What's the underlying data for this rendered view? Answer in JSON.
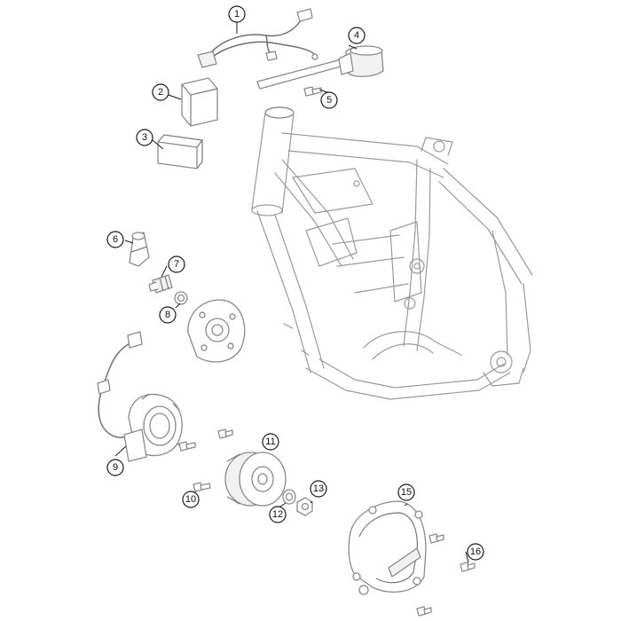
{
  "diagram": {
    "callouts": [
      {
        "id": "1",
        "label": "1"
      },
      {
        "id": "2",
        "label": "2"
      },
      {
        "id": "3",
        "label": "3"
      },
      {
        "id": "4",
        "label": "4"
      },
      {
        "id": "5",
        "label": "5"
      },
      {
        "id": "6",
        "label": "6"
      },
      {
        "id": "7",
        "label": "7"
      },
      {
        "id": "8",
        "label": "8"
      },
      {
        "id": "9",
        "label": "9"
      },
      {
        "id": "10",
        "label": "10"
      },
      {
        "id": "11",
        "label": "11"
      },
      {
        "id": "12",
        "label": "12"
      },
      {
        "id": "13",
        "label": "13"
      },
      {
        "id": "15",
        "label": "15"
      },
      {
        "id": "16",
        "label": "16"
      }
    ]
  }
}
